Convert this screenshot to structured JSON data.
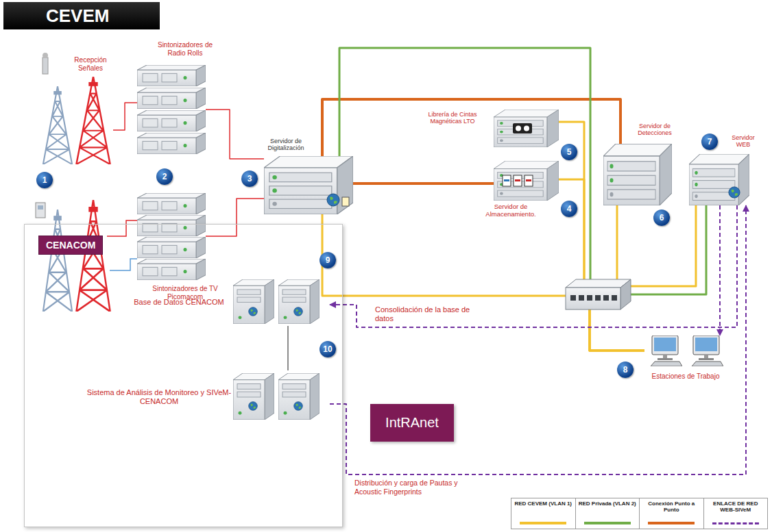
{
  "diagram": {
    "title": "CEVEM",
    "nodes": [
      {
        "text": [
          "Recepción Señales"
        ]
      },
      {
        "text": [
          "Sintonizadores de Radio Rolls"
        ]
      },
      {
        "text": [
          "Servidor de Digitalización"
        ]
      },
      {
        "text": [
          "Librería de Cintas Magnéticas LTO"
        ]
      },
      {
        "text": [
          "Servidor de Detecciones"
        ]
      },
      {
        "text": [
          "Servidor WEB"
        ]
      },
      {
        "text": [
          "Servidor de Almacenamiento."
        ]
      },
      {
        "text": [
          "Sintonizadores de TV Picomacom"
        ]
      },
      {
        "text": [
          "CENACOM"
        ]
      },
      {
        "text": [
          "Base de Datos CENACOM"
        ],
        "in": 8
      },
      {
        "text": [
          "Sistema de Análisis de Monitoreo y SIVeM-CENACOM"
        ],
        "in": 8
      },
      {
        "text": [
          "IntRAnet"
        ]
      },
      {
        "text": [
          "Estaciones de Trabajo"
        ]
      }
    ],
    "edges": [
      {
        "from": 0,
        "to": 1,
        "arrow": "none"
      },
      {
        "from": 1,
        "to": 2,
        "arrow": "none"
      },
      {
        "from": 7,
        "to": 2,
        "arrow": "none"
      },
      {
        "from": 2,
        "to": 4,
        "arrow": "none"
      },
      {
        "from": 2,
        "to": 6,
        "arrow": "none"
      },
      {
        "from": 2,
        "to": 5,
        "arrow": "none"
      },
      {
        "from": 2,
        "to": 12,
        "arrow": "none"
      },
      {
        "from": 3,
        "to": 12,
        "arrow": "none"
      },
      {
        "from": 6,
        "to": 12,
        "arrow": "none"
      },
      {
        "from": 4,
        "to": 12,
        "arrow": "none"
      },
      {
        "from": 5,
        "to": 12,
        "arrow": "none"
      },
      {
        "from": 5,
        "to": 12,
        "arrow": "to"
      },
      {
        "from": 5,
        "to": 9,
        "label": "Consolidación de la base de datos",
        "arrow": "to"
      },
      {
        "from": 10,
        "to": 5,
        "label": "Distribución y carga de Pautas y Acoustic Fingerprints",
        "arrow": "to"
      },
      {
        "from": 9,
        "to": 10,
        "arrow": "none"
      }
    ],
    "labels": [
      "1",
      "2",
      "3",
      "4",
      "5",
      "6",
      "7",
      "8",
      "9",
      "10"
    ],
    "legend": [
      {
        "text": "RED CEVEM (VLAN 1)",
        "color": "#f2c12e"
      },
      {
        "text": "RED Privada (VLAN 2)",
        "color": "#70ad47"
      },
      {
        "text": "Conexión Punto a Punto",
        "color": "#d9651c"
      },
      {
        "text": "ENLACE DE RED WEB-SIVeM",
        "color": "#7030a0"
      }
    ]
  }
}
